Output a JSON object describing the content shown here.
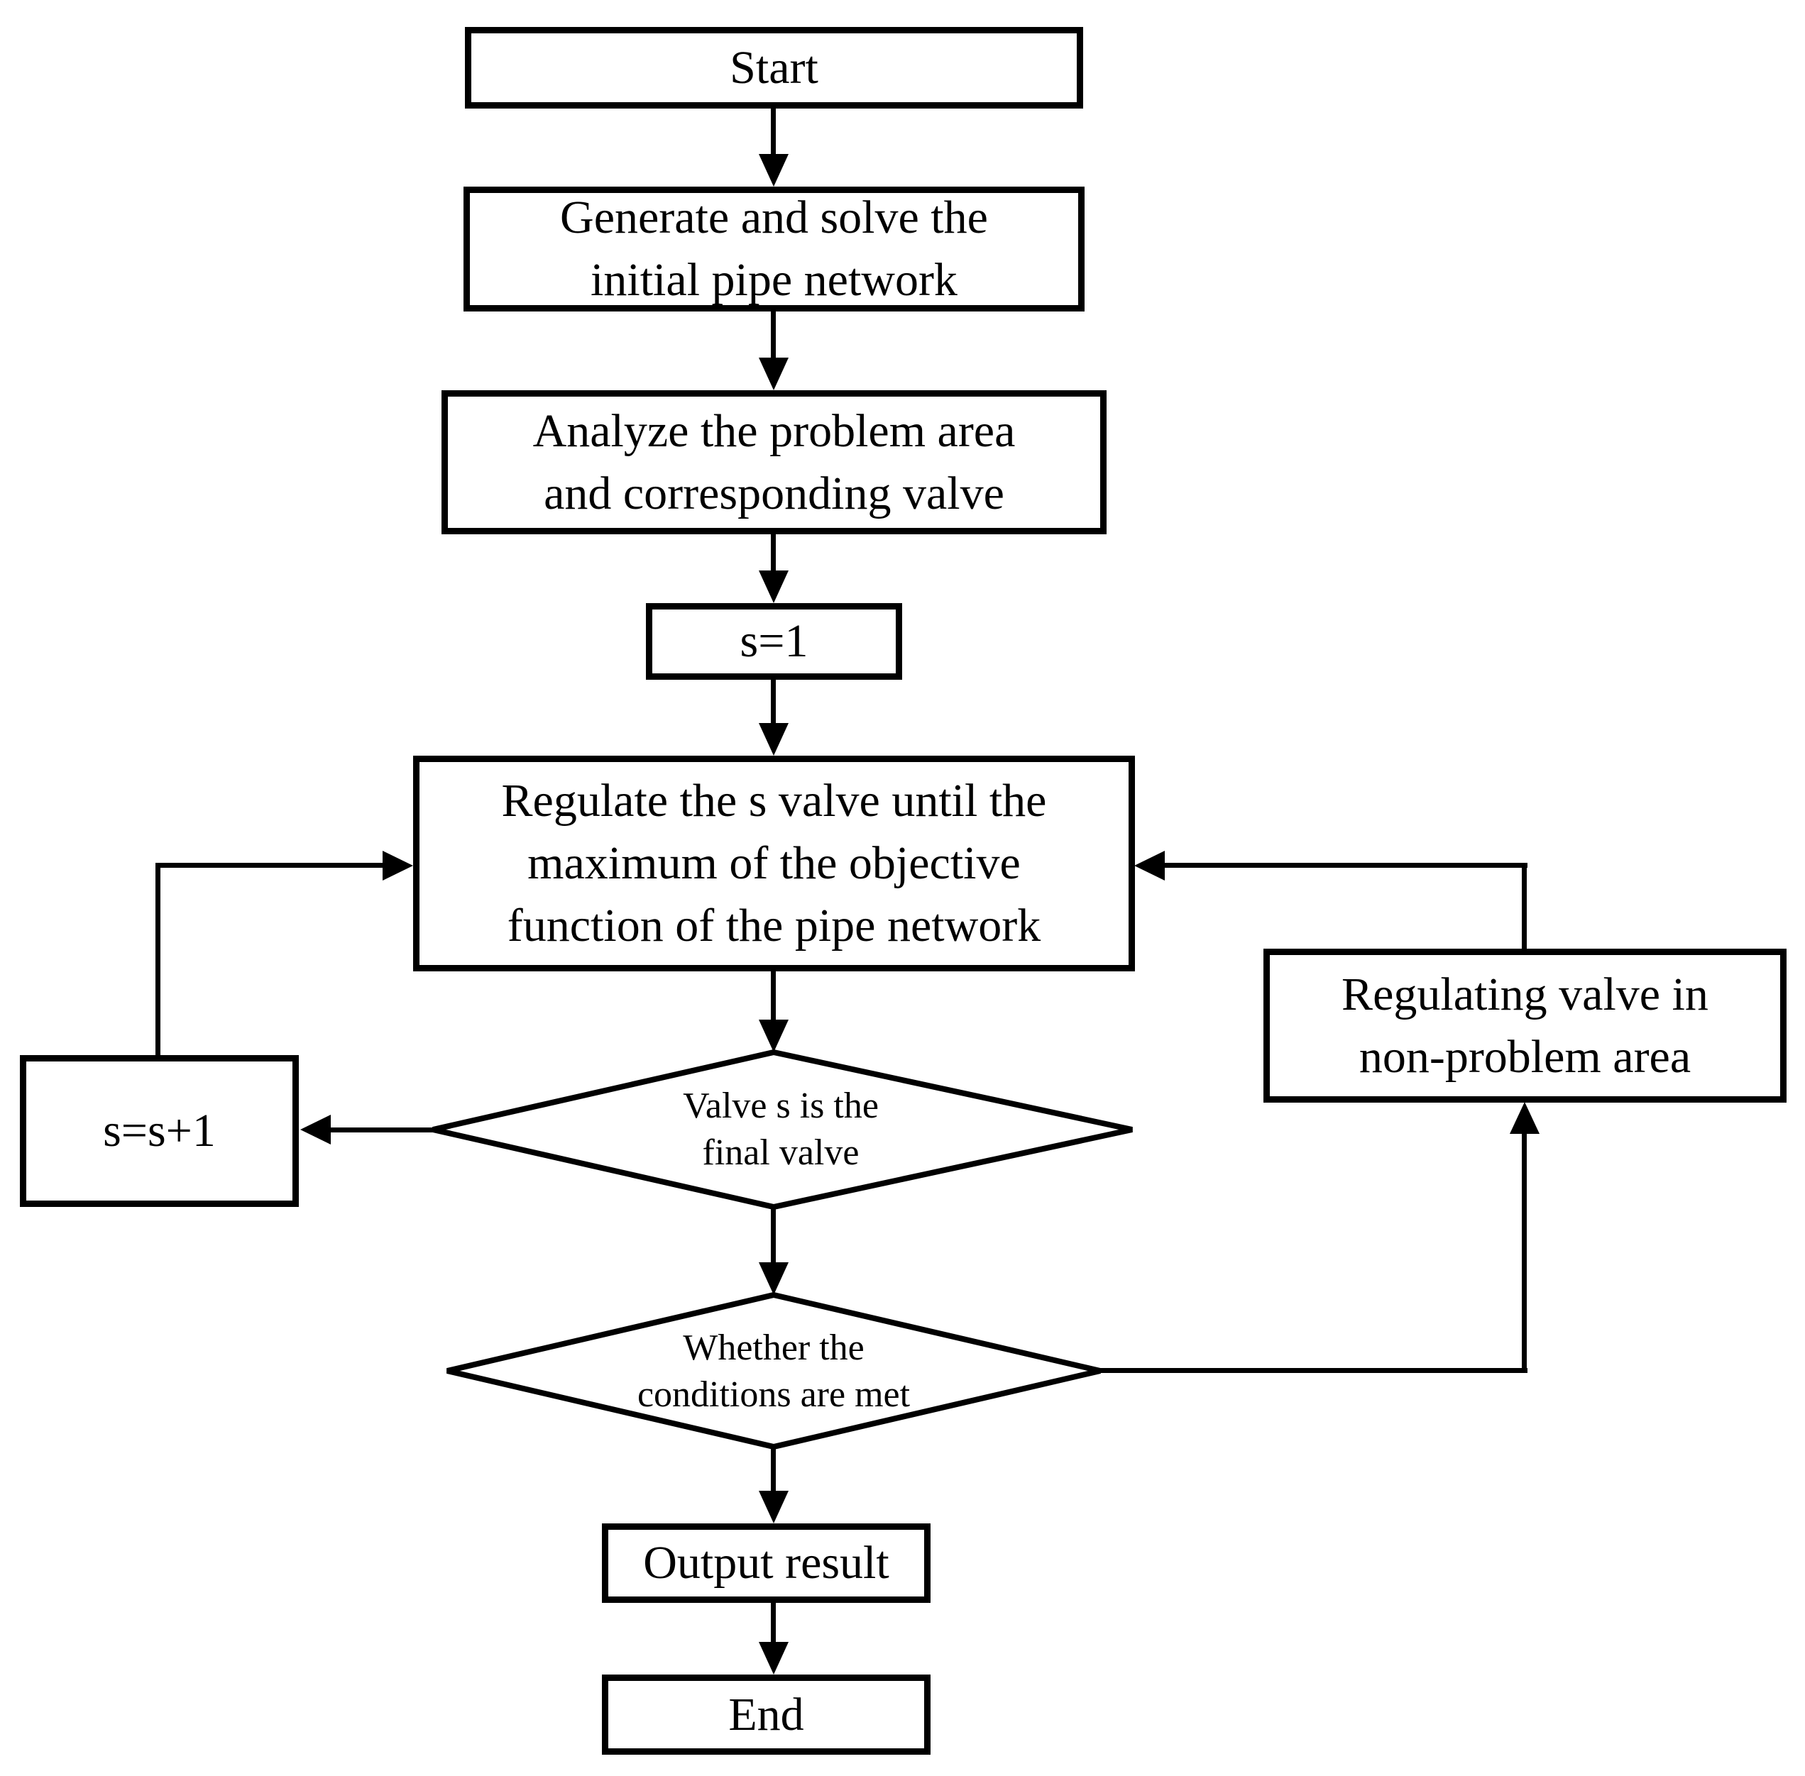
{
  "diagram": {
    "type": "flowchart",
    "colors": {
      "line": "#000000",
      "background": "#ffffff",
      "text": "#000000"
    },
    "nodes": {
      "start": {
        "shape": "rectangle",
        "lines": [
          "Start"
        ]
      },
      "generate": {
        "shape": "rectangle",
        "lines": [
          "Generate and solve the",
          "initial pipe network"
        ]
      },
      "analyze": {
        "shape": "rectangle",
        "lines": [
          "Analyze the problem area",
          "and corresponding valve"
        ]
      },
      "s1": {
        "shape": "rectangle",
        "lines": [
          "s=1"
        ]
      },
      "regulate": {
        "shape": "rectangle",
        "lines": [
          "Regulate the s valve until the",
          "maximum of the objective",
          "function of the pipe network"
        ]
      },
      "final_valve": {
        "shape": "diamond",
        "lines": [
          "Valve s is the",
          "final valve"
        ]
      },
      "s_plus": {
        "shape": "rectangle",
        "lines": [
          "s=s+1"
        ]
      },
      "conditions": {
        "shape": "diamond",
        "lines": [
          "Whether the",
          "conditions are met"
        ]
      },
      "non_problem": {
        "shape": "rectangle",
        "lines": [
          "Regulating valve in",
          "non-problem area"
        ]
      },
      "output": {
        "shape": "rectangle",
        "lines": [
          "Output result"
        ]
      },
      "end": {
        "shape": "rectangle",
        "lines": [
          "End"
        ]
      }
    },
    "edges": [
      {
        "from": "start",
        "to": "generate"
      },
      {
        "from": "generate",
        "to": "analyze"
      },
      {
        "from": "analyze",
        "to": "s1"
      },
      {
        "from": "s1",
        "to": "regulate"
      },
      {
        "from": "regulate",
        "to": "final_valve"
      },
      {
        "from": "final_valve",
        "to": "conditions"
      },
      {
        "from": "final_valve",
        "to": "s_plus"
      },
      {
        "from": "s_plus",
        "to": "regulate"
      },
      {
        "from": "conditions",
        "to": "non_problem"
      },
      {
        "from": "non_problem",
        "to": "regulate"
      },
      {
        "from": "conditions",
        "to": "output"
      },
      {
        "from": "output",
        "to": "end"
      }
    ]
  }
}
